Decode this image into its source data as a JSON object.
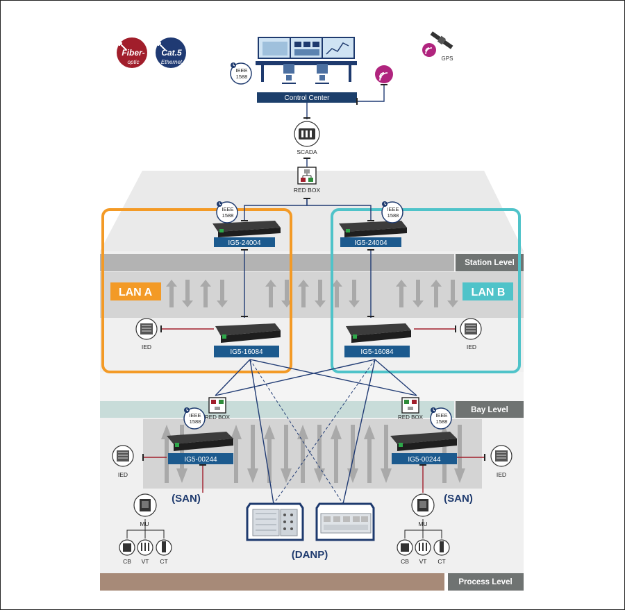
{
  "legend": {
    "fiber_l1": "Fiber-",
    "fiber_l2": "optic",
    "cat5_l1": "Cat.5",
    "cat5_l2": "Ethernet"
  },
  "gps_label": "GPS",
  "ieee_l1": "IEEE",
  "ieee_l2": "1588",
  "control_center": "Control Center",
  "scada": "SCADA",
  "red_box": "RED BOX",
  "levels": {
    "station": "Station Level",
    "bay": "Bay Level",
    "process": "Process Level"
  },
  "lan_a": "LAN A",
  "lan_b": "LAN B",
  "switches": {
    "station": "IG5-24004",
    "aggregation": "IG5-16084",
    "bay": "IG5-00244"
  },
  "ied": "IED",
  "san": "(SAN)",
  "danp": "(DANP)",
  "mu": "MU",
  "cb": "CB",
  "vt": "VT",
  "ct": "CT",
  "colors": {
    "lan_a": "#f39a26",
    "lan_b": "#4fc3c9",
    "navy": "#1e3a6e",
    "switch_label": "#1c5a8e",
    "fiber": "#a11e2b",
    "cat5": "#1f3a73",
    "gps": "#b0247e",
    "process": "#a78a78",
    "level_tag": "#6f7372"
  }
}
